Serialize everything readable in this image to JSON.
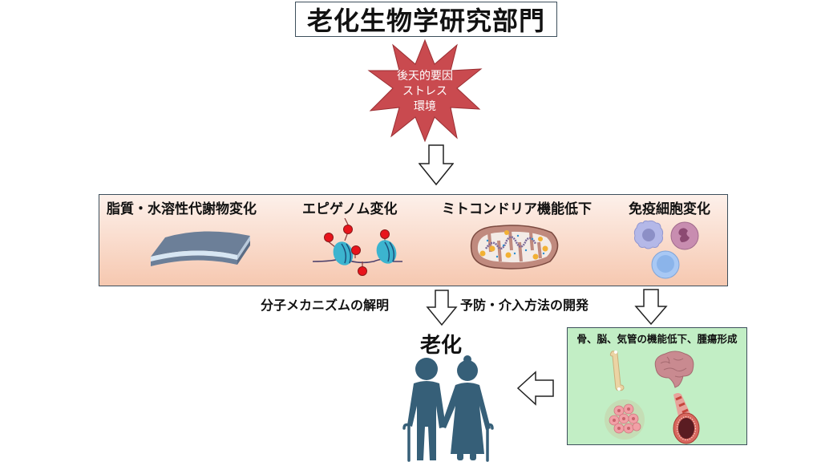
{
  "title": "老化生物学研究部門",
  "stress": {
    "lines": [
      "後天的要因",
      "ストレス",
      "環境"
    ],
    "color": "#c94a4f"
  },
  "factors": {
    "items": [
      {
        "label": "脂質・水溶性代謝物変化",
        "icon": "lipid-membrane-icon"
      },
      {
        "label": "エピゲノム変化",
        "icon": "nucleosome-methylation-icon"
      },
      {
        "label": "ミトコンドリア機能低下",
        "icon": "mitochondria-icon"
      },
      {
        "label": "免疫細胞変化",
        "icon": "immune-cells-icon"
      }
    ]
  },
  "middle": {
    "left_label": "分子メカニズムの解明",
    "right_label": "予防・介入方法の開発"
  },
  "aging": {
    "label": "老化",
    "icon": "elderly-couple-icon",
    "color": "#365f78"
  },
  "outcomes": {
    "label": "骨、脳、気管の機能低下、腫瘍形成",
    "icons": [
      "bone-icon",
      "brain-icon",
      "tumor-icon",
      "airway-icon"
    ],
    "color": "#c2eec5"
  }
}
